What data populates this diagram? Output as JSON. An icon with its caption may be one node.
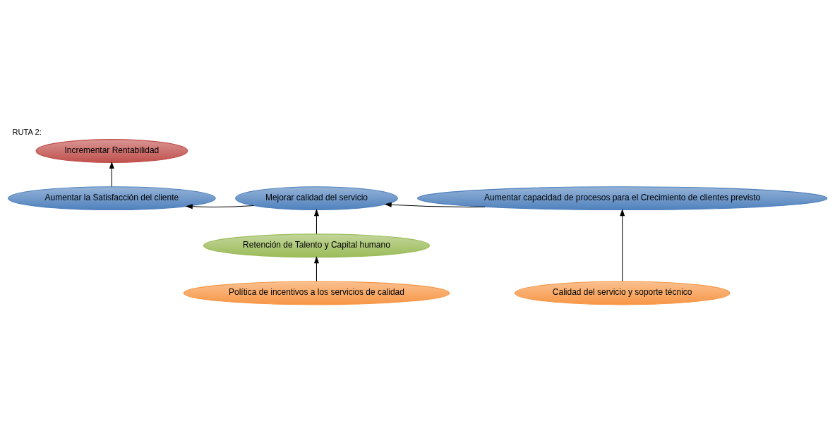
{
  "diagram": {
    "title": "RUTA 2:",
    "nodes": [
      {
        "text": [
          "Incrementar Rentabilidad"
        ]
      },
      {
        "text": [
          "Aumentar la Satisfacción del cliente"
        ]
      },
      {
        "text": [
          "Mejorar calidad del servicio"
        ]
      },
      {
        "text": [
          "Aumentar capacidad de procesos para el Crecimiento de clientes previsto"
        ]
      },
      {
        "text": [
          "Retención de Talento y Capital humano"
        ]
      },
      {
        "text": [
          "Política de incentivos a los servicios de calidad"
        ]
      },
      {
        "text": [
          "Calidad del servicio y soporte técnico"
        ]
      }
    ],
    "edges": [
      {
        "from": 1,
        "to": 0,
        "arrow": "to"
      },
      {
        "from": 2,
        "to": 1,
        "arrow": "to"
      },
      {
        "from": 3,
        "to": 2,
        "arrow": "to"
      },
      {
        "from": 4,
        "to": 2,
        "arrow": "to"
      },
      {
        "from": 5,
        "to": 4,
        "arrow": "to"
      },
      {
        "from": 6,
        "to": 3,
        "arrow": "to"
      }
    ]
  }
}
